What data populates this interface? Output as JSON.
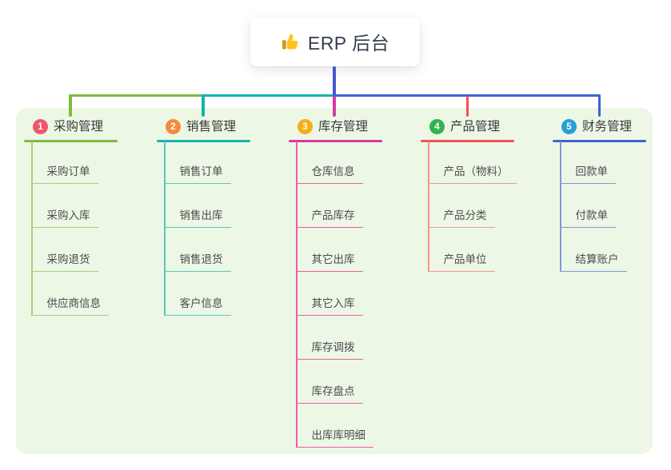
{
  "root": {
    "title": "ERP 后台",
    "icon": "thumbs-up"
  },
  "connector": {
    "stub": "#4758d0",
    "seg_left": "#7eba3f",
    "seg_mid": "#16b2ad",
    "seg_right": "#3f62cf",
    "drop_1": "#7eba3f",
    "drop_2": "#16b2ad",
    "drop_3": "#d63a9f",
    "drop_4": "#f25157",
    "drop_5": "#3f62cf"
  },
  "branches": [
    {
      "index": "1",
      "label": "采购管理",
      "badge_color": "#f1566d",
      "line_color": "#7eba3f",
      "sub_line_color": "#a6d07f",
      "items": [
        "采购订单",
        "采购入库",
        "采购退货",
        "供应商信息"
      ]
    },
    {
      "index": "2",
      "label": "销售管理",
      "badge_color": "#f6893c",
      "line_color": "#16b2ad",
      "sub_line_color": "#5ec6bd",
      "items": [
        "销售订单",
        "销售出库",
        "销售退货",
        "客户信息"
      ]
    },
    {
      "index": "3",
      "label": "库存管理",
      "badge_color": "#f8ac16",
      "line_color": "#d63a9f",
      "sub_line_color": "#ec5ea9",
      "items": [
        "仓库信息",
        "产品库存",
        "其它出库",
        "其它入库",
        "库存调拨",
        "库存盘点",
        "出库库明细"
      ]
    },
    {
      "index": "4",
      "label": "产品管理",
      "badge_color": "#30b44c",
      "line_color": "#f25157",
      "sub_line_color": "#f7938f",
      "items": [
        "产品（物料）",
        "产品分类",
        "产品单位"
      ]
    },
    {
      "index": "5",
      "label": "财务管理",
      "badge_color": "#299fd8",
      "line_color": "#3f62cf",
      "sub_line_color": "#8298d8",
      "items": [
        "回款单",
        "付款单",
        "结算账户"
      ]
    }
  ]
}
